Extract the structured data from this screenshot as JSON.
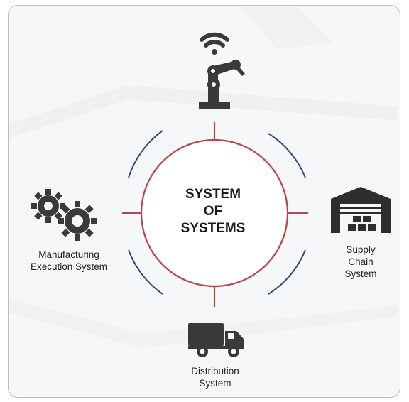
{
  "center": {
    "lines": [
      "SYSTEM",
      "OF",
      "SYSTEMS"
    ]
  },
  "nodes": {
    "mes": {
      "lines": [
        "Manufacturing",
        "Execution System"
      ],
      "icon": "gears-icon"
    },
    "scs": {
      "lines": [
        "Supply",
        "Chain",
        "System"
      ],
      "icon": "warehouse-icon"
    },
    "ds": {
      "lines": [
        "Distribution",
        "System"
      ],
      "icon": "truck-icon"
    },
    "top": {
      "icon": "robot-arm-wifi-icon"
    }
  },
  "colors": {
    "circle": "#b5464a",
    "arcs": "#2b4a7a",
    "icons": "#3a3a3a",
    "text": "#1c1c1c"
  }
}
